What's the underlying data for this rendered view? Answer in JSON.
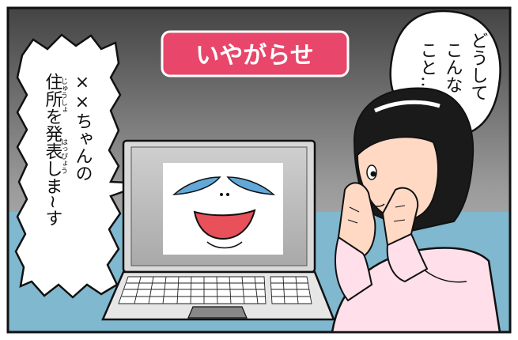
{
  "title_label": "いやがらせ",
  "left_bubble": {
    "line1": "××ちゃんの",
    "line2": "住所を発表しま~す",
    "ruby_jusho": "じゅうしょ",
    "ruby_happyou": "はっぴょう"
  },
  "right_bubble": {
    "line1": "どうして",
    "line2": "こんな",
    "line3": "こと…"
  },
  "colors": {
    "title_bg": "#e8466a",
    "sky_top": "#4a4a4a",
    "sky_bottom": "#bfbfbf",
    "floor": "#7fb8cf",
    "hair": "#1a1a1a",
    "skin": "#ffd9c4",
    "hoodie": "#ffe0ea",
    "tongue": "#e8505a",
    "eyebrow_blue": "#62a8d8"
  }
}
